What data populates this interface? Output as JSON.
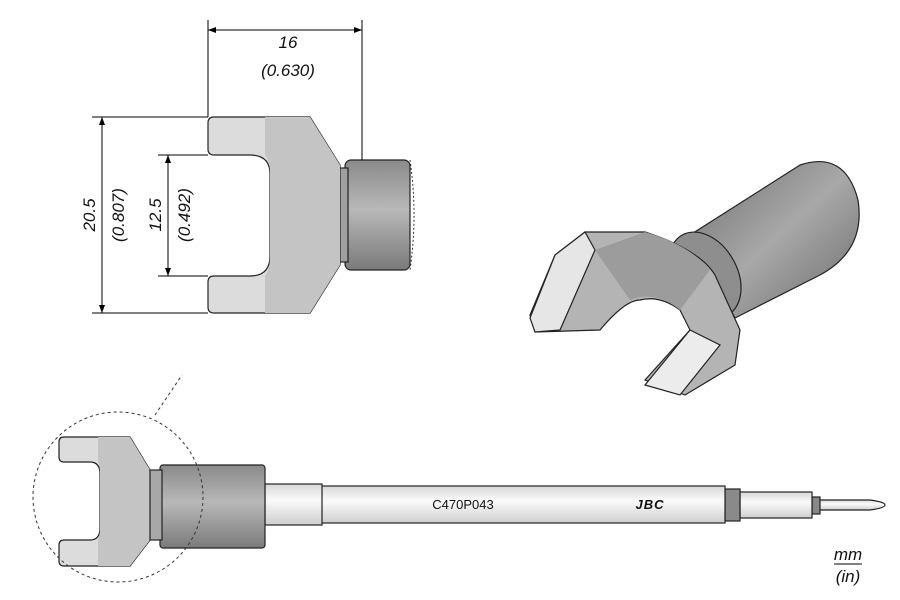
{
  "dimensions": {
    "width": {
      "mm": "16",
      "in": "(0.630)"
    },
    "height_outer": {
      "mm": "20.5",
      "in": "(0.807)"
    },
    "height_inner": {
      "mm": "12.5",
      "in": "(0.492)"
    }
  },
  "part_number": "C470P043",
  "logo": "JBC",
  "units": {
    "primary": "mm",
    "secondary": "(in)"
  },
  "colors": {
    "light_metal": "#e0e0e0",
    "dark_metal": "#9a9a9a",
    "shaft": "#f2f2f2"
  }
}
